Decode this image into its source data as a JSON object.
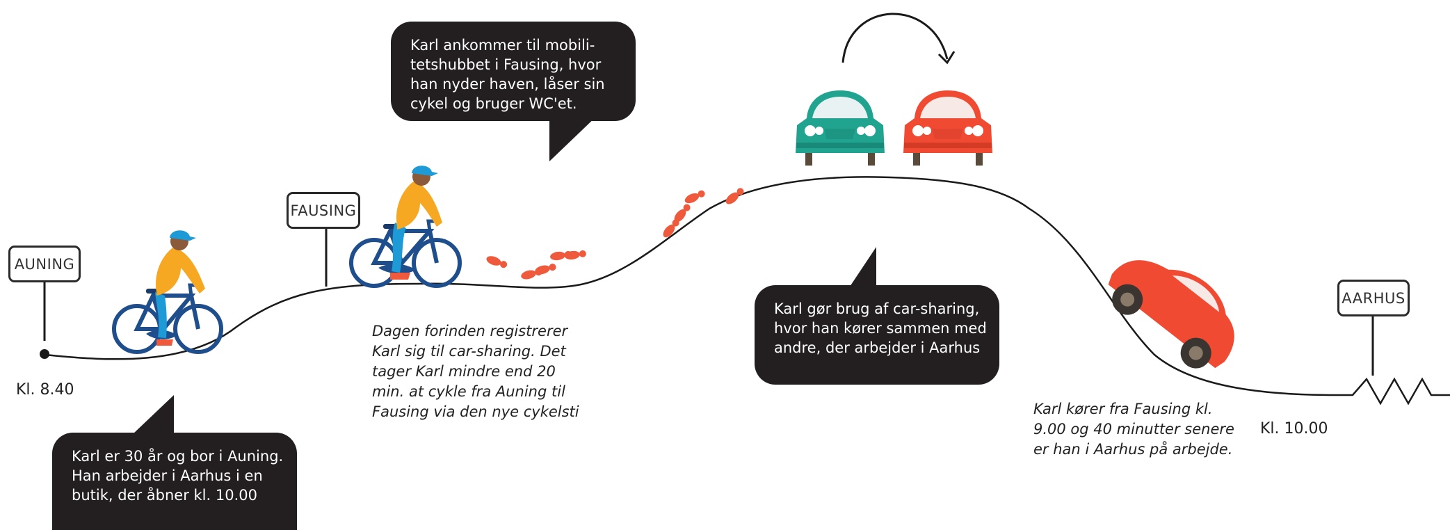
{
  "signs": {
    "auning": "AUNING",
    "fausing": "FAUSING",
    "aarhus": "AARHUS"
  },
  "times": {
    "start": "Kl. 8.40",
    "end": "Kl. 10.00"
  },
  "bubbles": {
    "intro": [
      "Karl er 30 år og bor i Auning.",
      "Han arbejder i Aarhus i en",
      "butik, der åbner kl. 10.00"
    ],
    "hub": [
      "Karl ankommer til mobili-",
      "tetshubbet i Fausing, hvor",
      "han nyder haven, låser sin",
      "cykel og bruger WC'et."
    ],
    "carsharing": [
      "Karl gør brug af car-sharing,",
      "hvor han kører sammen med",
      "andre, der arbejder i Aarhus"
    ]
  },
  "notes": {
    "registration": [
      "Dagen forinden registrerer",
      "Karl sig til car-sharing. Det",
      "tager Karl mindre end 20",
      "min. at cykle fra Auning til",
      "Fausing via den nye cykelsti"
    ],
    "drive": [
      "Karl kører fra Fausing kl.",
      "9.00 og 40 minutter senere",
      "er han i Aarhus på arbejde."
    ]
  },
  "colors": {
    "bubble_bg": "#231f20",
    "jacket": "#f7a823",
    "jeans": "#1e9ad6",
    "bike": "#1f4e8c",
    "car_green": "#20a38f",
    "car_red": "#f04a32",
    "footprints": "#ef5a3c",
    "line": "#1a1a1a"
  },
  "icons": [
    "cyclist-icon",
    "footprints-icon",
    "car-icon",
    "swap-arrow-icon",
    "zigzag-icon"
  ]
}
